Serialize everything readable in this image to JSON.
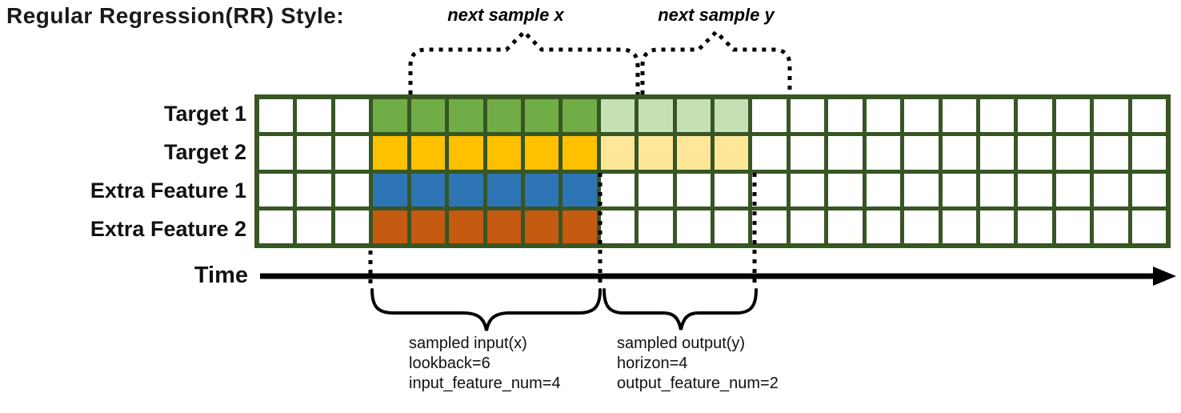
{
  "title": "Regular Regression(RR) Style:",
  "annotations": {
    "next_sample_x": "next sample x",
    "next_sample_y": "next sample y",
    "time_label": "Time",
    "input_lines": [
      "sampled input(x)",
      "lookback=6",
      "input_feature_num=4"
    ],
    "output_lines": [
      "sampled output(y)",
      "horizon=4",
      "output_feature_num=2"
    ]
  },
  "colors": {
    "grid_border": "#375623",
    "cell_empty": "#FFFFFF",
    "target1_active": "#70AD47",
    "target1_next": "#C5E0B4",
    "target2_active": "#FFC000",
    "target2_next": "#FFE699",
    "extra1_active": "#2E75B6",
    "extra2_active": "#C55A11",
    "line_color": "#000000"
  },
  "grid": {
    "columns": 24,
    "rows": [
      {
        "label": "Target 1",
        "segments": [
          {
            "count": 3,
            "color": "cell_empty"
          },
          {
            "count": 6,
            "color": "target1_active"
          },
          {
            "count": 4,
            "color": "target1_next"
          },
          {
            "count": 11,
            "color": "cell_empty"
          }
        ]
      },
      {
        "label": "Target 2",
        "segments": [
          {
            "count": 3,
            "color": "cell_empty"
          },
          {
            "count": 6,
            "color": "target2_active"
          },
          {
            "count": 4,
            "color": "target2_next"
          },
          {
            "count": 11,
            "color": "cell_empty"
          }
        ]
      },
      {
        "label": "Extra Feature 1",
        "segments": [
          {
            "count": 3,
            "color": "cell_empty"
          },
          {
            "count": 6,
            "color": "extra1_active"
          },
          {
            "count": 15,
            "color": "cell_empty"
          }
        ]
      },
      {
        "label": "Extra Feature 2",
        "segments": [
          {
            "count": 3,
            "color": "cell_empty"
          },
          {
            "count": 6,
            "color": "extra2_active"
          },
          {
            "count": 15,
            "color": "cell_empty"
          }
        ]
      }
    ]
  }
}
